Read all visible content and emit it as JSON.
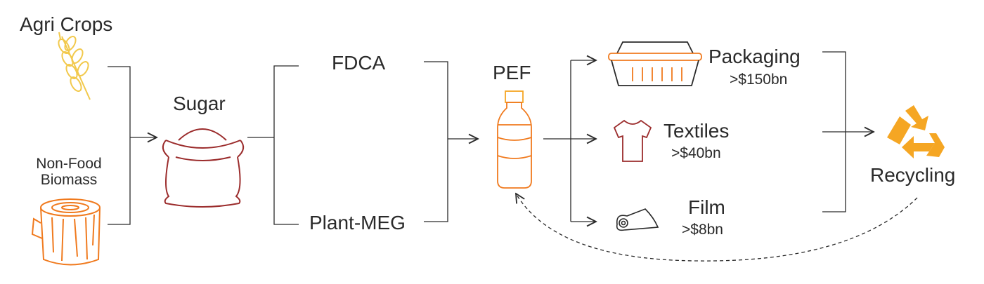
{
  "sources": {
    "agri": {
      "label": "Agri Crops",
      "icon": "wheat-icon"
    },
    "biomass": {
      "label_line1": "Non-Food",
      "label_line2": "Biomass",
      "icon": "wood-log-icon"
    }
  },
  "sugar": {
    "label": "Sugar",
    "icon": "sugar-sack-icon"
  },
  "intermediates": {
    "fdca": "FDCA",
    "meg": "Plant-MEG"
  },
  "pef": {
    "label": "PEF",
    "icon": "bottle-icon"
  },
  "applications": {
    "packaging": {
      "label": "Packaging",
      "value": ">$150bn",
      "icon": "food-container-icon"
    },
    "textiles": {
      "label": "Textiles",
      "value": ">$40bn",
      "icon": "tshirt-icon"
    },
    "film": {
      "label": "Film",
      "value": ">$8bn",
      "icon": "film-roll-icon"
    }
  },
  "recycling": {
    "label": "Recycling",
    "icon": "recycle-icon"
  },
  "colors": {
    "line": "#2a2a2a",
    "wheat": "#f2c94c",
    "orange": "#f07a1e",
    "bottle_cap": "#f5a623",
    "sugar_sack": "#9b2c2c",
    "recycle": "#f5a623"
  }
}
